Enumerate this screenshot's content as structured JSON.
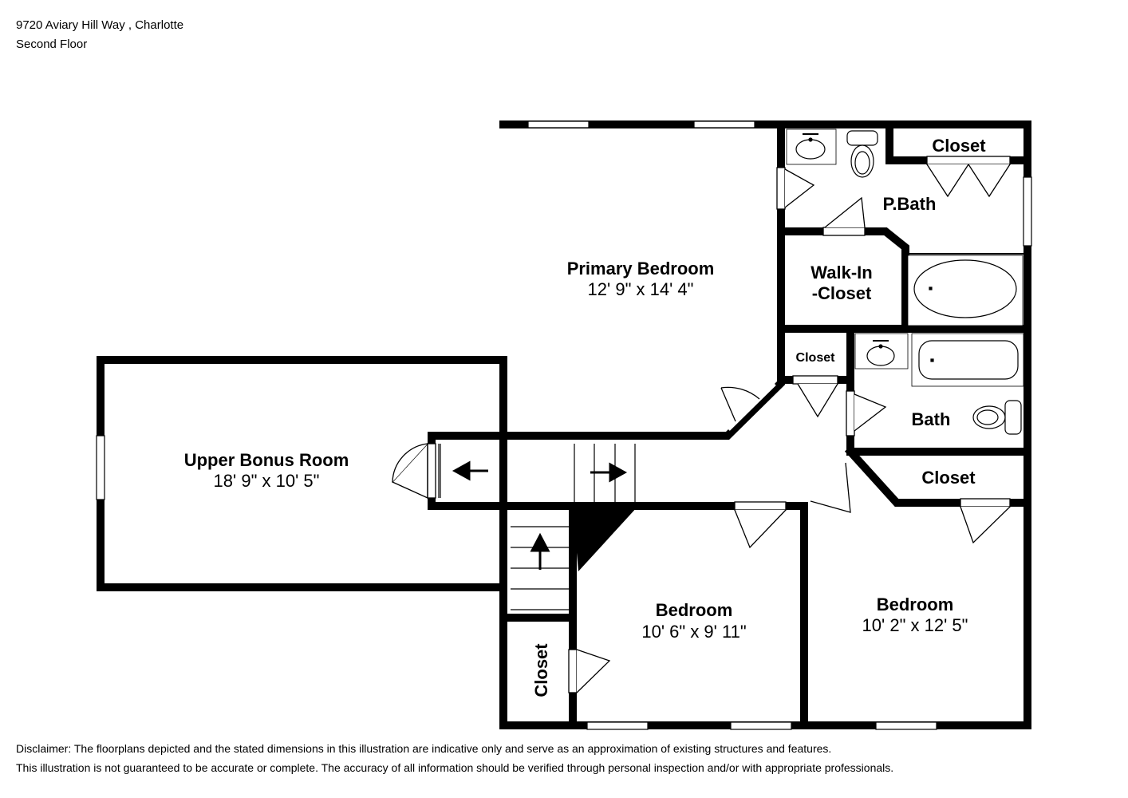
{
  "header": {
    "address": "9720 Aviary Hill Way , Charlotte",
    "floor": "Second Floor"
  },
  "rooms": {
    "primary_bedroom": {
      "name": "Primary Bedroom",
      "dims": "12' 9\" x 14' 4\""
    },
    "upper_bonus_room": {
      "name": "Upper Bonus Room",
      "dims": "18' 9\" x 10' 5\""
    },
    "bedroom_2": {
      "name": "Bedroom",
      "dims": "10' 6\" x 9' 11\""
    },
    "bedroom_3": {
      "name": "Bedroom",
      "dims": "10' 2\" x 12' 5\""
    },
    "primary_bath": {
      "name": "P.Bath"
    },
    "bath": {
      "name": "Bath"
    },
    "walk_in_closet": {
      "line1": "Walk-In",
      "line2": "-Closet"
    },
    "closet_top": {
      "name": "Closet"
    },
    "closet_small": {
      "name": "Closet"
    },
    "closet_right": {
      "name": "Closet"
    },
    "closet_stair": {
      "name": "Closet"
    }
  },
  "disclaimer": {
    "line1": "Disclaimer: The floorplans depicted and the stated dimensions in this illustration are indicative only and serve as an approximation of existing structures and features.",
    "line2": "This illustration is not guaranteed to be accurate or complete. The accuracy of all information should be verified through personal inspection and/or with appropriate professionals."
  },
  "colors": {
    "wall": "#000000",
    "background": "#ffffff"
  }
}
